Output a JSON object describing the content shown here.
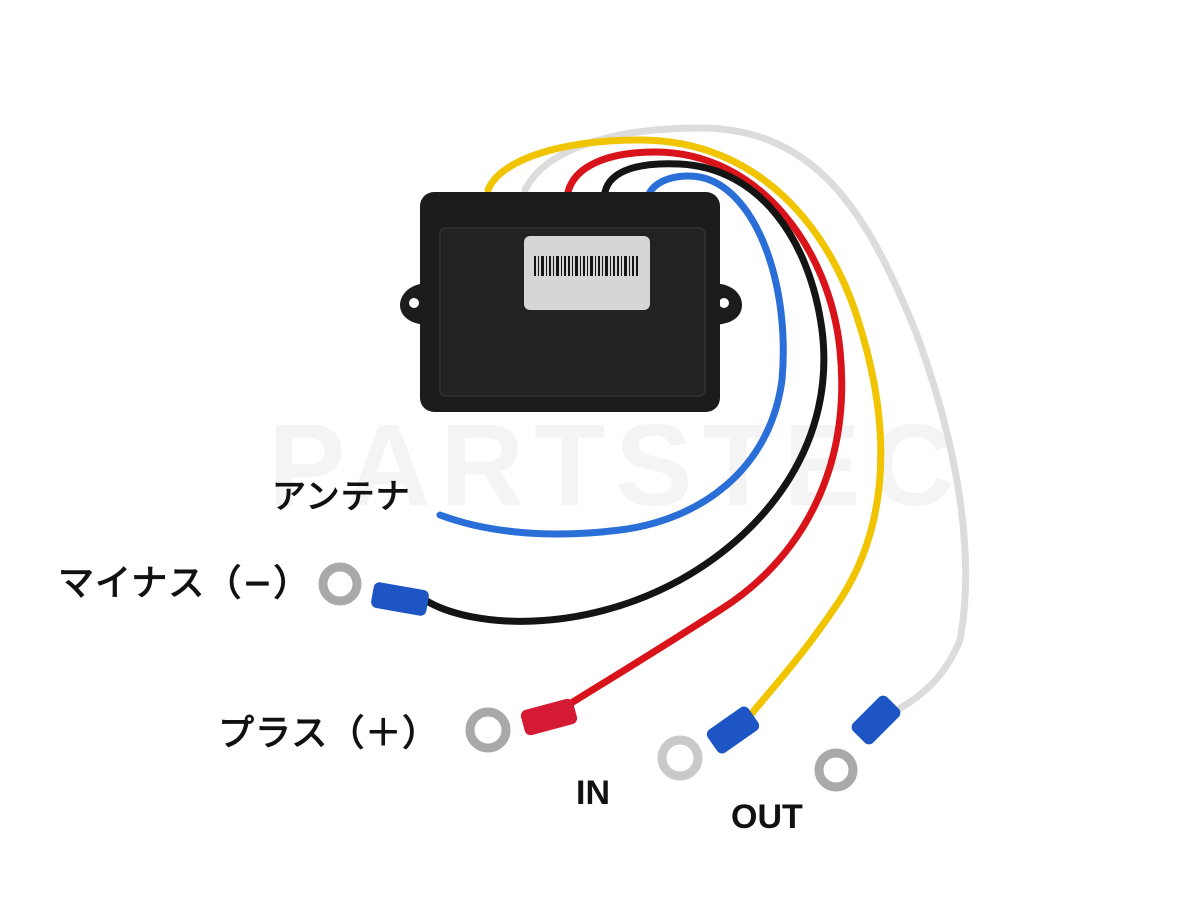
{
  "watermark": "PARTSTEC",
  "labels": {
    "antenna": "アンテナ",
    "minus": "マイナス（−）",
    "plus": "プラス（＋）",
    "in": "IN",
    "out": "OUT"
  },
  "colors": {
    "background": "#ffffff",
    "box": "#1c1c1c",
    "wire_blue": "#2a6fd8",
    "wire_black": "#141414",
    "wire_red": "#d8141a",
    "wire_yellow": "#f1c400",
    "wire_white": "#e3e3e3",
    "connector_blue": "#1d56c4",
    "connector_red": "#d51a33",
    "ring_terminal": "#a9a9a9"
  }
}
